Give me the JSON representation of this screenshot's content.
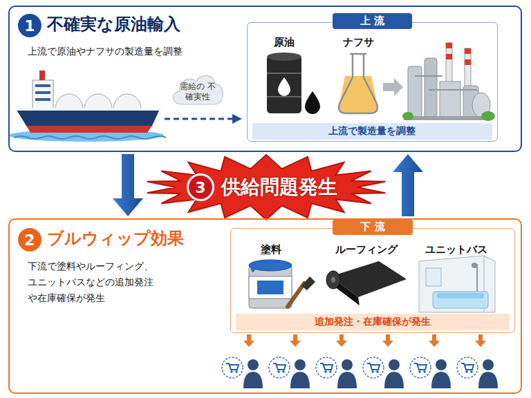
{
  "diagram": {
    "nodes": [
      {
        "text": [
          "不確実な原油輸入",
          "上流で原油やナフサの製造量を調整"
        ]
      },
      {
        "text": [
          "1"
        ],
        "in": 0
      },
      {
        "text": [
          "需給の 不確実性"
        ],
        "in": 0
      },
      {
        "text": [
          "上 流"
        ],
        "in": 0
      },
      {
        "text": [
          "上流で製造量を調整"
        ],
        "in": 3
      },
      {
        "text": [
          "供給問題発生"
        ]
      },
      {
        "text": [
          "3"
        ],
        "in": 5
      },
      {
        "text": [
          "ブルウィップ効果",
          "下流で塗料やルーフィング、ユニットバスなどの追加発注や在庫確保が発生"
        ]
      },
      {
        "text": [
          "2"
        ],
        "in": 7
      },
      {
        "text": [
          "下 流"
        ],
        "in": 7
      },
      {
        "text": [
          "追加発注・在庫確保が発生"
        ],
        "in": 9
      }
    ],
    "edges": [
      {
        "from": 0,
        "to": 7,
        "arrow": "to"
      },
      {
        "from": 7,
        "to": 0,
        "arrow": "to"
      }
    ],
    "labels": [
      "原油",
      "ナフサ",
      "塗料",
      "ルーフィング",
      "ユニットバス"
    ]
  }
}
